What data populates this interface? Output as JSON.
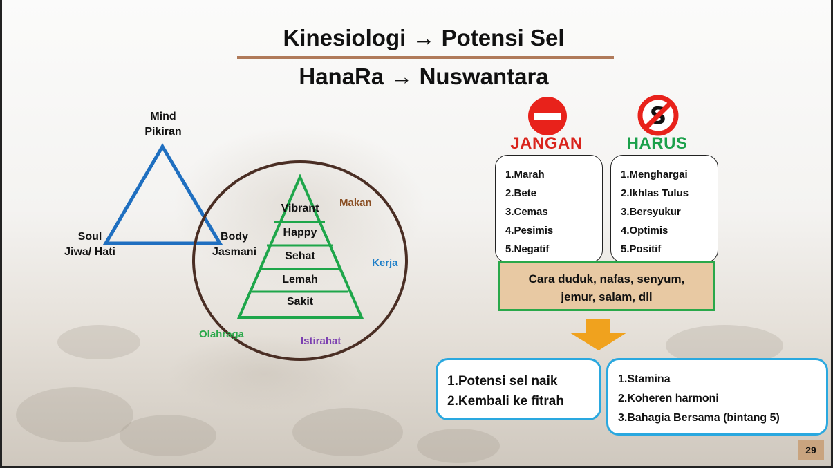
{
  "title": {
    "line1": "Kinesiologi → Potensi Sel",
    "line2": "HanaRa → Nuswantara"
  },
  "triangle": {
    "top": [
      "Mind",
      "Pikiran"
    ],
    "left": [
      "Soul",
      "Jiwa/ Hati"
    ],
    "right": [
      "Body",
      "Jasmani"
    ],
    "color": "#1f6fc0"
  },
  "pyramid": {
    "tiers": [
      "Vibrant",
      "Happy",
      "Sehat",
      "Lemah",
      "Sakit"
    ],
    "color": "#1ea64a",
    "circle_color": "#4a2e24"
  },
  "circle_labels": [
    {
      "text": "Makan",
      "color": "#8a4f24"
    },
    {
      "text": "Kerja",
      "color": "#1f7fc8"
    },
    {
      "text": "Olahraga",
      "color": "#2aa84a"
    },
    {
      "text": "Istirahat",
      "color": "#7b3fb0"
    }
  ],
  "jangan": {
    "title": "JANGAN",
    "color": "#d9241c",
    "items": [
      "1.Marah",
      "2.Bete",
      "3.Cemas",
      "4.Pesimis",
      "5.Negatif"
    ]
  },
  "harus": {
    "title": "HARUS",
    "color": "#1aa04a",
    "items": [
      "1.Menghargai",
      "2.Ikhlas Tulus",
      "3.Bersyukur",
      "4.Optimis",
      "5.Positif"
    ]
  },
  "action_box": {
    "line1": "Cara duduk, nafas, senyum,",
    "line2": "jemur, salam, dll"
  },
  "result_left": [
    "1.Potensi sel naik",
    "2.Kembali ke fitrah"
  ],
  "result_right": [
    "1.Stamina",
    "2.Koheren harmoni",
    "3.Bahagia Bersama (bintang 5)"
  ],
  "page_number": "29"
}
